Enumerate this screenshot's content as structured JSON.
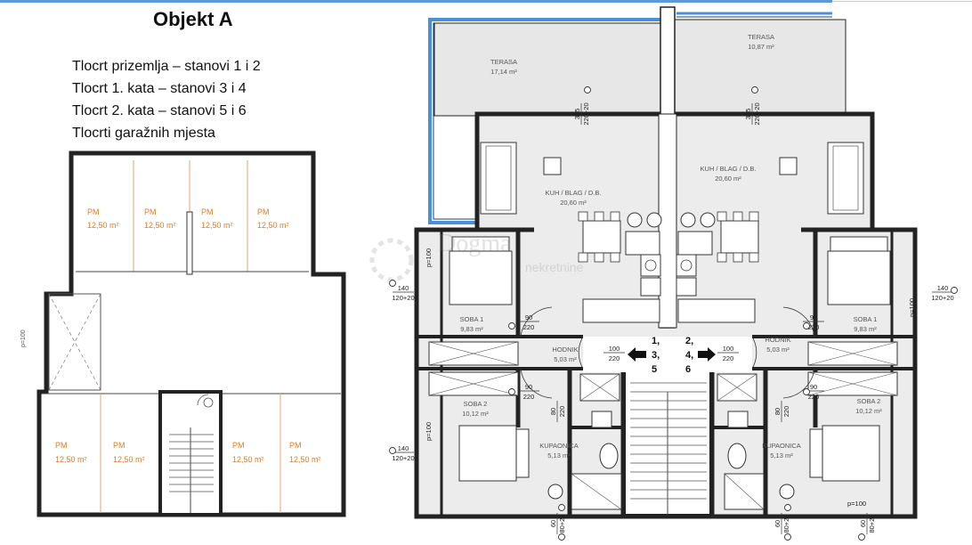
{
  "title": "Objekt A",
  "descriptions": [
    "Tlocrt prizemlja – stanovi 1 i 2",
    "Tlocrt 1. kata – stanovi 3 i 4",
    "Tlocrt 2. kata – stanovi 5 i 6",
    "Tlocrti garažnih mjesta"
  ],
  "garage": {
    "spot_label": "PM",
    "spot_area": "12,50 m²",
    "top_row_count": 4,
    "bottom_row_count": 4,
    "dim_label": "p=100"
  },
  "floor_plan": {
    "watermark_name": "Dogma",
    "watermark_sub": "nekretnine",
    "apartment_numbers_left": [
      "1,",
      "3,",
      "5"
    ],
    "apartment_numbers_right": [
      "2,",
      "4,",
      "6"
    ],
    "rooms_left": {
      "terrace": {
        "name": "TERASA",
        "area": "17,14 m²"
      },
      "kitchen": {
        "name": "KUH / BLAG / D.B.",
        "area": "20,60 m²"
      },
      "room1": {
        "name": "SOBA 1",
        "area": "9,83 m²"
      },
      "hall": {
        "name": "HODNIK",
        "area": "5,03 m²"
      },
      "room2": {
        "name": "SOBA 2",
        "area": "10,12 m²"
      },
      "bath": {
        "name": "KUPAONICA",
        "area": "5,13 m²"
      }
    },
    "rooms_right": {
      "terrace": {
        "name": "TERASA",
        "area": "10,87 m²"
      },
      "kitchen": {
        "name": "KUH / BLAG / D.B.",
        "area": "20,60 m²"
      },
      "room1": {
        "name": "SOBA 1",
        "area": "9,83 m²"
      },
      "hall": {
        "name": "HODNIK",
        "area": "5,03 m²"
      },
      "room2": {
        "name": "SOBA 2",
        "area": "10,12 m²"
      },
      "bath": {
        "name": "KUPAONICA",
        "area": "5,13 m²"
      }
    },
    "dims": {
      "door_w": "90",
      "door_h": "220",
      "entry_w": "100",
      "entry_h": "220",
      "window_w": "140",
      "window_h": "120+20",
      "terrace_door_w": "365",
      "terrace_door_h": "220+20",
      "bath_w": "60",
      "bath_h": "80+20",
      "bath_door_w": "80",
      "bath_door_h": "220",
      "sill": "p=100"
    }
  }
}
